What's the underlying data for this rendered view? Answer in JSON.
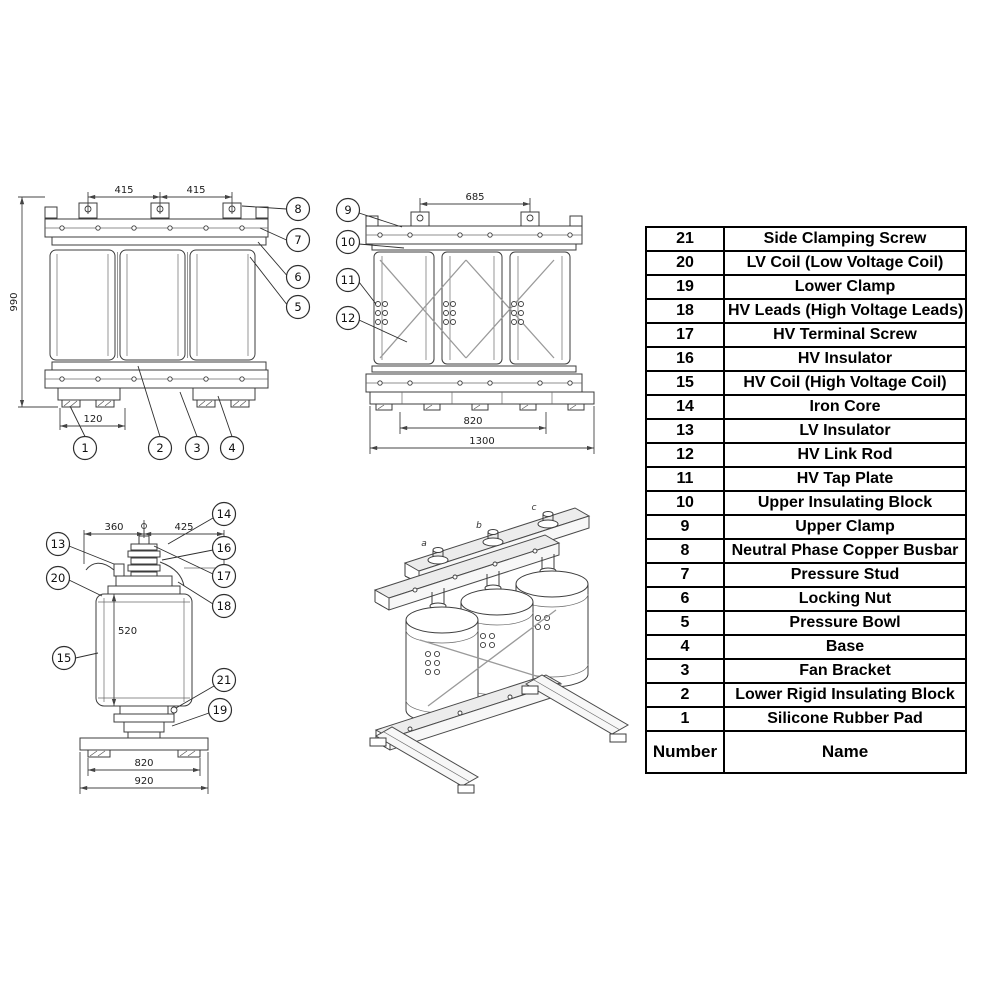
{
  "table": {
    "rows": [
      {
        "num": "21",
        "name": "Side Clamping Screw"
      },
      {
        "num": "20",
        "name": "LV Coil (Low Voltage Coil)"
      },
      {
        "num": "19",
        "name": "Lower Clamp"
      },
      {
        "num": "18",
        "name": "HV Leads (High Voltage Leads)"
      },
      {
        "num": "17",
        "name": "HV Terminal Screw"
      },
      {
        "num": "16",
        "name": "HV Insulator"
      },
      {
        "num": "15",
        "name": "HV Coil (High Voltage Coil)"
      },
      {
        "num": "14",
        "name": "Iron Core"
      },
      {
        "num": "13",
        "name": "LV Insulator"
      },
      {
        "num": "12",
        "name": "HV Link Rod"
      },
      {
        "num": "11",
        "name": "HV Tap Plate"
      },
      {
        "num": "10",
        "name": "Upper Insulating Block"
      },
      {
        "num": "9",
        "name": "Upper Clamp"
      },
      {
        "num": "8",
        "name": "Neutral Phase Copper Busbar"
      },
      {
        "num": "7",
        "name": "Pressure Stud"
      },
      {
        "num": "6",
        "name": "Locking Nut"
      },
      {
        "num": "5",
        "name": "Pressure Bowl"
      },
      {
        "num": "4",
        "name": "Base"
      },
      {
        "num": "3",
        "name": "Fan Bracket"
      },
      {
        "num": "2",
        "name": "Lower Rigid Insulating Block"
      },
      {
        "num": "1",
        "name": "Silicone Rubber Pad"
      }
    ],
    "footer": {
      "number_label": "Number",
      "name_label": "Name"
    }
  },
  "front_view": {
    "dim_415_left": "415",
    "dim_415_right": "415",
    "dim_990": "990",
    "dim_120": "120",
    "callout_8": "8",
    "callout_7": "7",
    "callout_6": "6",
    "callout_5": "5",
    "callout_1": "1",
    "callout_2": "2",
    "callout_3": "3",
    "callout_4": "4"
  },
  "side_view": {
    "dim_685": "685",
    "dim_820": "820",
    "dim_1300": "1300",
    "callout_9": "9",
    "callout_10": "10",
    "callout_11": "11",
    "callout_12": "12"
  },
  "profile_view": {
    "dim_360": "360",
    "dim_425": "425",
    "dim_520": "520",
    "dim_820": "820",
    "dim_920": "920",
    "callout_13": "13",
    "callout_20": "20",
    "callout_15": "15",
    "callout_14": "14",
    "callout_16": "16",
    "callout_17": "17",
    "callout_18": "18",
    "callout_21": "21",
    "callout_19": "19"
  },
  "iso_view": {
    "phase_a": "a",
    "phase_b": "b",
    "phase_c": "c"
  }
}
